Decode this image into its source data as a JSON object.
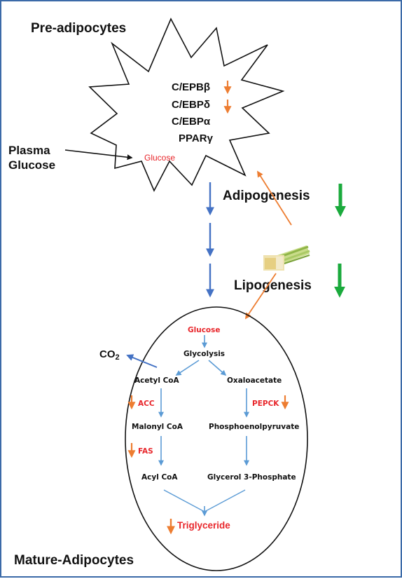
{
  "colors": {
    "border": "#3b6aa8",
    "blue_arrow": "#4472c4",
    "light_blue_arrow": "#5b9bd5",
    "orange_arrow": "#ed7d31",
    "green_arrow": "#1aaa3c",
    "red_text": "#e8262b"
  },
  "labels": {
    "pre_adipocytes": "Pre-adipocytes",
    "mature_adipocytes": "Mature-Adipocytes",
    "plasma": "Plasma",
    "glucose_word": "Glucose",
    "cell_glucose": "Glucose",
    "adipogenesis": "Adipogenesis",
    "lipogenesis": "Lipogenesis",
    "co2_main": "CO",
    "co2_sub": "2"
  },
  "genes": [
    {
      "prefix": "C/EPB",
      "greek": "β",
      "down": true
    },
    {
      "prefix": "C/EBP",
      "greek": "δ",
      "down": true
    },
    {
      "prefix": "C/EBP",
      "greek": "α",
      "down": false
    },
    {
      "prefix": "PPAR",
      "greek": "γ",
      "down": false
    }
  ],
  "pathway": {
    "glucose": "Glucose",
    "glycolysis": "Glycolysis",
    "acetyl_coa": "Acetyl CoA",
    "oxaloacetate": "Oxaloacetate",
    "acc": "ACC",
    "pepck": "PEPCK",
    "malonyl_coa": "Malonyl CoA",
    "pep": "Phosphoenolpyruvate",
    "fas": "FAS",
    "acyl_coa": "Acyl CoA",
    "g3p": "Glycerol 3-Phosphate",
    "triglyceride": "Triglyceride"
  },
  "icons": {
    "herb": "lemongrass-bundle-icon"
  }
}
